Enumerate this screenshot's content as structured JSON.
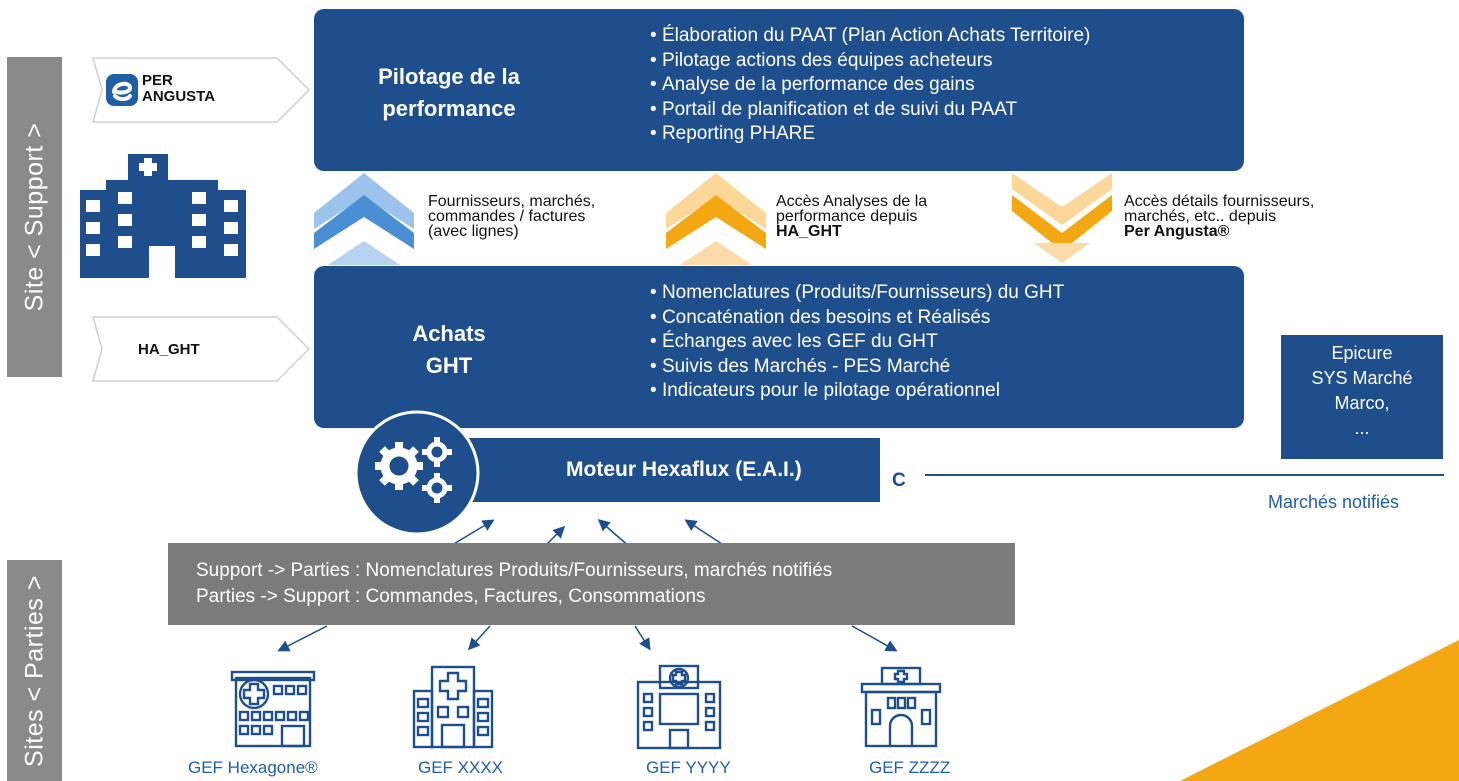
{
  "sidebars": {
    "top": "Site < Support >",
    "bottom": "Sites < Parties >"
  },
  "tags": {
    "per_angusta": [
      "PER",
      "ANGUSTA"
    ],
    "ha_ght": "HA_GHT"
  },
  "panels": {
    "pilotage": {
      "title_lines": [
        "Pilotage de la",
        "performance"
      ],
      "items": [
        "Élaboration du PAAT (Plan Action Achats Territoire)",
        "Pilotage actions des équipes acheteurs",
        "Analyse de la performance des gains",
        "Portail de planification et de suivi du PAAT",
        "Reporting PHARE"
      ]
    },
    "achats": {
      "title_lines": [
        "Achats",
        "GHT"
      ],
      "items": [
        "Nomenclatures (Produits/Fournisseurs) du GHT",
        "Concaténation des besoins et Réalisés",
        "Échanges avec les GEF du GHT",
        "Suivis des Marchés - PES Marché",
        "Indicateurs pour le pilotage opérationnel"
      ]
    }
  },
  "flows": [
    {
      "lines": [
        "Fournisseurs, marchés,",
        "commandes / factures",
        "(avec lignes)"
      ],
      "bold": "",
      "direction": "up",
      "color": "#4a8fd4"
    },
    {
      "lines": [
        "Accès Analyses de la",
        "performance depuis"
      ],
      "bold": "HA_GHT",
      "direction": "up",
      "color": "#f3a712"
    },
    {
      "lines": [
        "Accès détails fournisseurs,",
        "marchés, etc.. depuis"
      ],
      "bold": "Per Angusta®",
      "direction": "down",
      "color": "#f3a712"
    }
  ],
  "engine": {
    "label": "Moteur Hexaflux (E.A.I.)",
    "connector": "C"
  },
  "external": {
    "lines": [
      "Epicure",
      "SYS Marché",
      "Marco,",
      "..."
    ],
    "link_label": "Marchés notifiés"
  },
  "exchange": {
    "line1": "Support -> Parties : Nomenclatures Produits/Fournisseurs, marchés notifiés",
    "line2": "Parties -> Support : Commandes, Factures, Consommations"
  },
  "buildings": [
    {
      "label": "GEF Hexagone®",
      "icon": "hospital-icon"
    },
    {
      "label": "GEF XXXX",
      "icon": "hospital-icon"
    },
    {
      "label": "GEF YYYY",
      "icon": "hospital-icon"
    },
    {
      "label": "GEF ZZZZ",
      "icon": "hospital-icon"
    }
  ],
  "colors": {
    "navy": "#1f4e8c",
    "blue_chevron": "#4a8fd4",
    "orange": "#f3a712",
    "grey": "#7b7b7b",
    "label_blue": "#1f5fa8"
  }
}
